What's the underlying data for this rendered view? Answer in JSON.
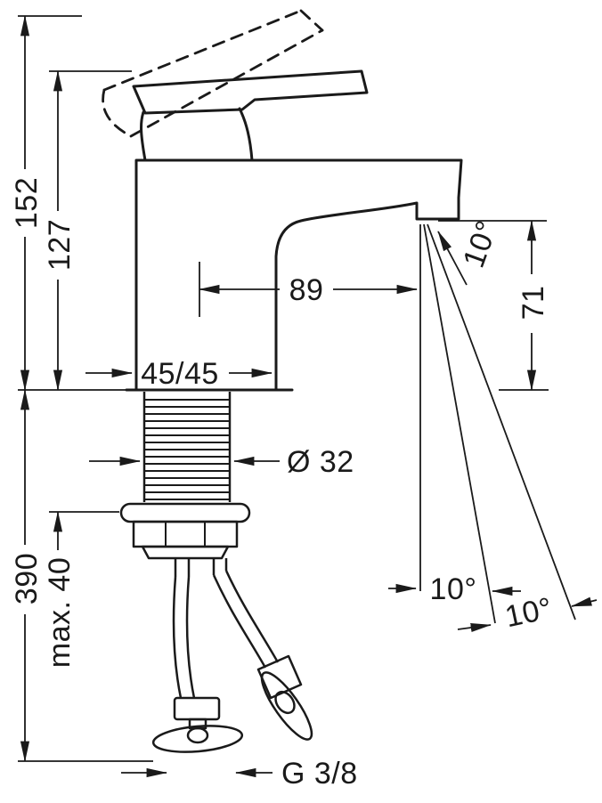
{
  "colors": {
    "ink": "#1a1a1a",
    "background": "#ffffff"
  },
  "dimensions": {
    "overall_height": "152",
    "spout_top_height": "127",
    "spout_reach": "89",
    "base_size": "45/45",
    "hole_diameter": "Ø 32",
    "outlet_height": "71",
    "hose_length": "390",
    "max_counter_thickness": "max. 40",
    "connection_thread": "G 3/8",
    "spray_angle": "10°",
    "angle_inner": "10°",
    "angle_outer": "10°"
  }
}
